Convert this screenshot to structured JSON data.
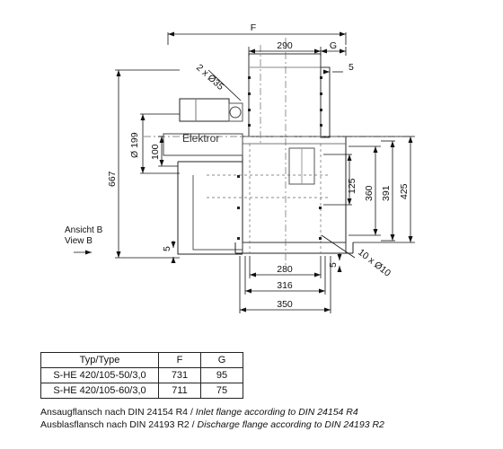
{
  "dimensions": {
    "F": "F",
    "G": "G",
    "w290": "290",
    "w5_top": "5",
    "holes_top": "2 x Ø35",
    "d199": "Ø 199",
    "h100": "100",
    "h667": "667",
    "h125": "125",
    "h360": "360",
    "h391": "391",
    "h425": "425",
    "h5_left": "5",
    "h5_right": "5",
    "holes_bottom": "10 x Ø10",
    "w280": "280",
    "w316": "316",
    "w350": "350"
  },
  "labels": {
    "elektro": "Elektror",
    "ansicht_b": "Ansicht B",
    "view_b": "View B"
  },
  "table": {
    "headers": [
      "Typ/Type",
      "F",
      "G"
    ],
    "rows": [
      [
        "S-HE 420/105-50/3,0",
        "731",
        "95"
      ],
      [
        "S-HE 420/105-60/3,0",
        "711",
        "75"
      ]
    ]
  },
  "notes": {
    "inlet_de": "Ansaugflansch nach DIN 24154 R4 / ",
    "inlet_en": "Inlet flange according to DIN 24154 R4",
    "discharge_de": "Ausblasflansch nach DIN 24193 R2 / ",
    "discharge_en": "Discharge flange according to DIN 24193 R2"
  }
}
